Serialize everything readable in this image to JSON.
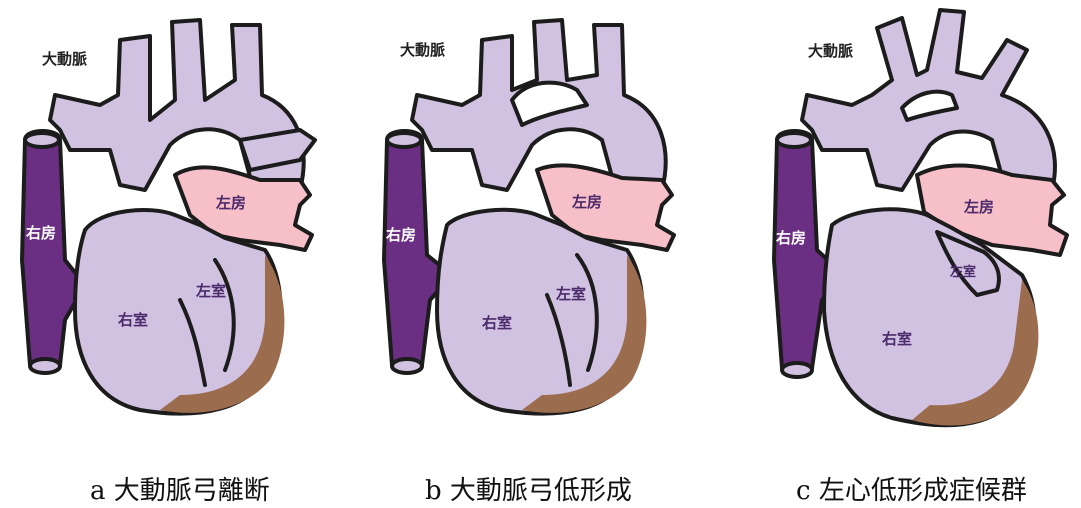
{
  "colors": {
    "aorta": "#d2c2e2",
    "right_atrium": "#6a2e82",
    "left_atrium": "#f7bfc8",
    "myocardium": "#9b6c4e",
    "outline": "#1c1c1c"
  },
  "panels": [
    {
      "caption": "a 大動脈弓離断",
      "labels": {
        "aorta": "大動脈",
        "right_atrium": "右房",
        "left_atrium": "左房",
        "right_ventricle": "右室",
        "left_ventricle": "左室"
      }
    },
    {
      "caption": "b 大動脈弓低形成",
      "labels": {
        "aorta": "大動脈",
        "right_atrium": "右房",
        "left_atrium": "左房",
        "right_ventricle": "右室",
        "left_ventricle": "左室"
      }
    },
    {
      "caption": "c 左心低形成症候群",
      "labels": {
        "aorta": "大動脈",
        "right_atrium": "右房",
        "left_atrium": "左房",
        "right_ventricle": "右室",
        "left_ventricle": "左室"
      }
    }
  ]
}
